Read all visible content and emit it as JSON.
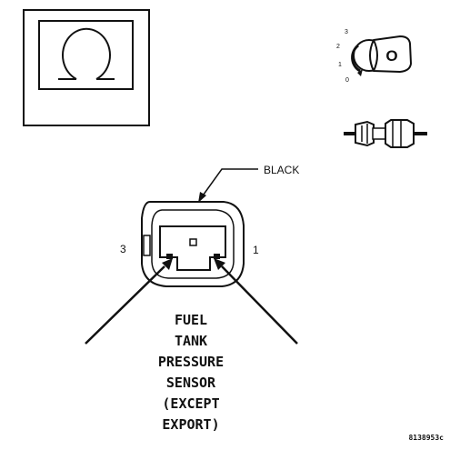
{
  "meter": {
    "symbol": "Ω"
  },
  "ignition": {
    "positions": [
      "3",
      "2",
      "1",
      "0"
    ],
    "key_label": "O"
  },
  "connector": {
    "color_label": "BLACK",
    "pin_left": "3",
    "pin_right": "1",
    "title_lines": [
      "FUEL",
      "TANK",
      "PRESSURE",
      "SENSOR",
      "(EXCEPT",
      "EXPORT)"
    ]
  },
  "figure_id": "8138953c",
  "colors": {
    "ink": "#111111",
    "background": "#ffffff"
  }
}
